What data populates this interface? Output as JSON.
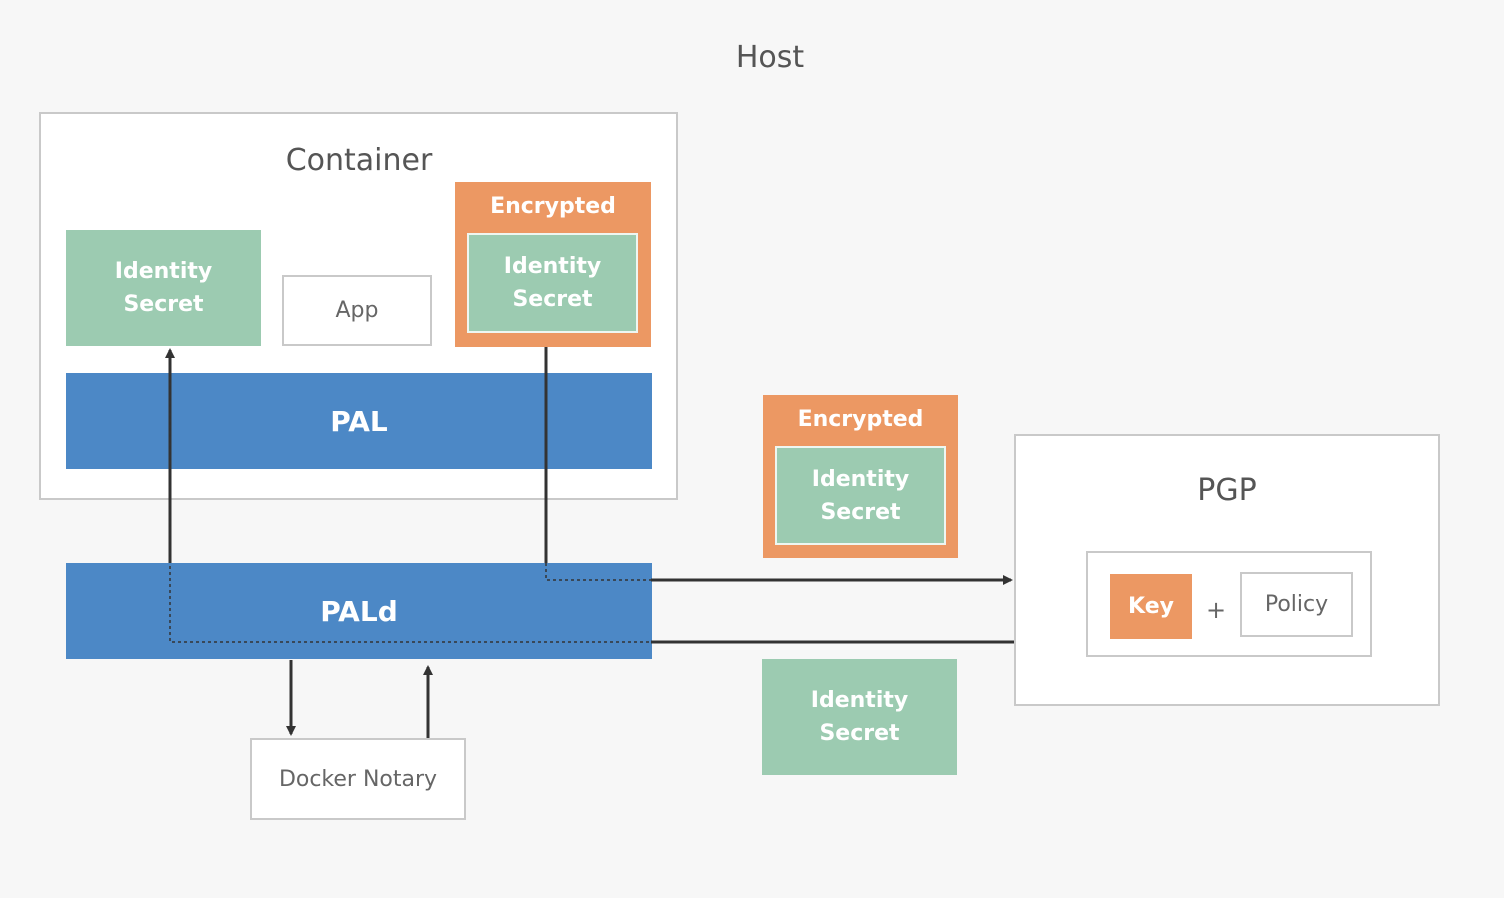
{
  "host": {
    "title": "Host"
  },
  "container": {
    "title": "Container",
    "identity_secret": {
      "line1": "Identity",
      "line2": "Secret"
    },
    "app_label": "App",
    "encrypted": {
      "label": "Encrypted",
      "line1": "Identity",
      "line2": "Secret"
    },
    "pal_label": "PAL"
  },
  "pald_label": "PALd",
  "docker_notary_label": "Docker Notary",
  "middle_encrypted": {
    "label": "Encrypted",
    "line1": "Identity",
    "line2": "Secret"
  },
  "middle_identity_secret": {
    "line1": "Identity",
    "line2": "Secret"
  },
  "pgp": {
    "title": "PGP",
    "key_label": "Key",
    "plus": "+",
    "policy_label": "Policy"
  },
  "colors": {
    "green": "#9ccbb1",
    "orange": "#ec9863",
    "blue": "#4c88c6",
    "arrow": "#333333"
  }
}
